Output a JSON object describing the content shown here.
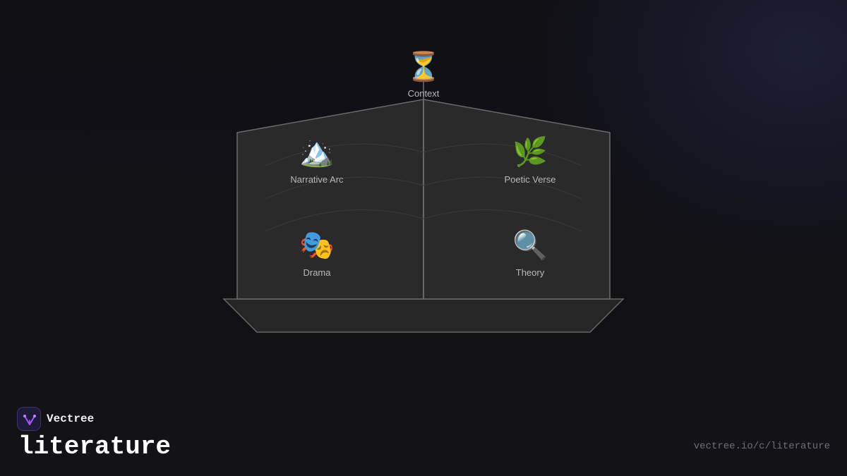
{
  "diagram": {
    "top_node": {
      "icon": "⏳",
      "icon_name": "hourglass-icon",
      "label": "Context"
    },
    "nodes": [
      {
        "id": "narrative-arc",
        "icon": "🏔️",
        "icon_name": "mountain-icon",
        "label": "Narrative Arc"
      },
      {
        "id": "poetic-verse",
        "icon": "🌿",
        "icon_name": "herb-leaf-icon",
        "label": "Poetic Verse"
      },
      {
        "id": "drama",
        "icon": "🎭",
        "icon_name": "theater-masks-icon",
        "label": "Drama"
      },
      {
        "id": "theory",
        "icon": "🔍",
        "icon_name": "magnifying-glass-icon",
        "label": "Theory"
      }
    ],
    "colors": {
      "book_fill": "#2a2a2b",
      "book_stroke": "#6a6a6c",
      "label": "#b8b8bc"
    }
  },
  "footer": {
    "brand_name": "Vectree",
    "topic_title": "literature",
    "url": "vectree.io/c/literature"
  },
  "colors": {
    "background": "#111116",
    "logo_accent": "#a855f7"
  }
}
